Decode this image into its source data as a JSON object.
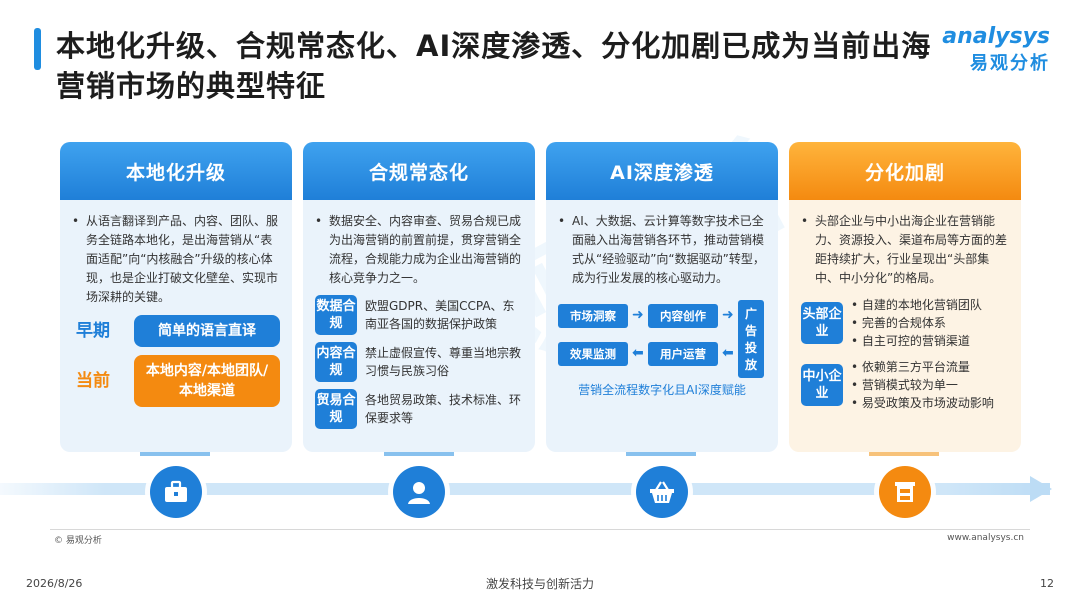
{
  "title": "本地化升级、合规常态化、AI深度渗透、分化加剧已成为当前出海营销市场的典型特征",
  "logo": {
    "en": "analysys",
    "cn": "易观分析"
  },
  "watermark": "易观分析",
  "colors": {
    "blue": "#1f7fd8",
    "orange": "#f48a10",
    "light_blue": "#eaf3fb"
  },
  "cards": [
    {
      "header": "本地化升级",
      "text": "从语言翻译到产品、内容、团队、服务全链路本地化，是出海营销从“表面适配”向“内核融合”升级的核心体现，也是企业打破文化壁垒、实现市场深耕的关键。",
      "stages": [
        {
          "label": "早期",
          "box": "简单的语言直译",
          "color": "#1f7fd8"
        },
        {
          "label": "当前",
          "box": "本地内容/本地团队/本地渠道",
          "color": "#f48a10"
        }
      ]
    },
    {
      "header": "合规常态化",
      "text": "数据安全、内容审查、贸易合规已成为出海营销的前置前提，贯穿营销全流程，合规能力成为企业出海营销的核心竞争力之一。",
      "tags": [
        {
          "tag": "数据合规",
          "text": "欧盟GDPR、美国CCPA、东南亚各国的数据保护政策"
        },
        {
          "tag": "内容合规",
          "text": "禁止虚假宣传、尊重当地宗教习惯与民族习俗"
        },
        {
          "tag": "贸易合规",
          "text": "各地贸易政策、技术标准、环保要求等"
        }
      ]
    },
    {
      "header": "AI深度渗透",
      "text": "AI、大数据、云计算等数字技术已全面融入出海营销各环节，推动营销模式从“经验驱动”向“数据驱动”转型，成为行业发展的核心驱动力。",
      "flow": {
        "market": "市场洞察",
        "content": "内容创作",
        "ads": "广告投放",
        "ops": "用户运营",
        "monitor": "效果监测",
        "caption": "营销全流程数字化且AI深度赋能"
      }
    },
    {
      "header": "分化加剧",
      "text": "头部企业与中小出海企业在营销能力、资源投入、渠道布局等方面的差距持续扩大，行业呈现出“头部集中、中小分化”的格局。",
      "groups": [
        {
          "tag": "头部企业",
          "items": [
            "自建的本地化营销团队",
            "完善的合规体系",
            "自主可控的营销渠道"
          ]
        },
        {
          "tag": "中小企业",
          "items": [
            "依赖第三方平台流量",
            "营销模式较为单一",
            "易受政策及市场波动影响"
          ]
        }
      ]
    }
  ],
  "timeline_icons": [
    "briefcase-icon",
    "user-icon",
    "basket-icon",
    "building-icon"
  ],
  "footer": {
    "copyright": "© 易观分析",
    "site": "www.analysys.cn",
    "date": "2026/8/26",
    "slogan": "激发科技与创新活力",
    "page": "12"
  }
}
